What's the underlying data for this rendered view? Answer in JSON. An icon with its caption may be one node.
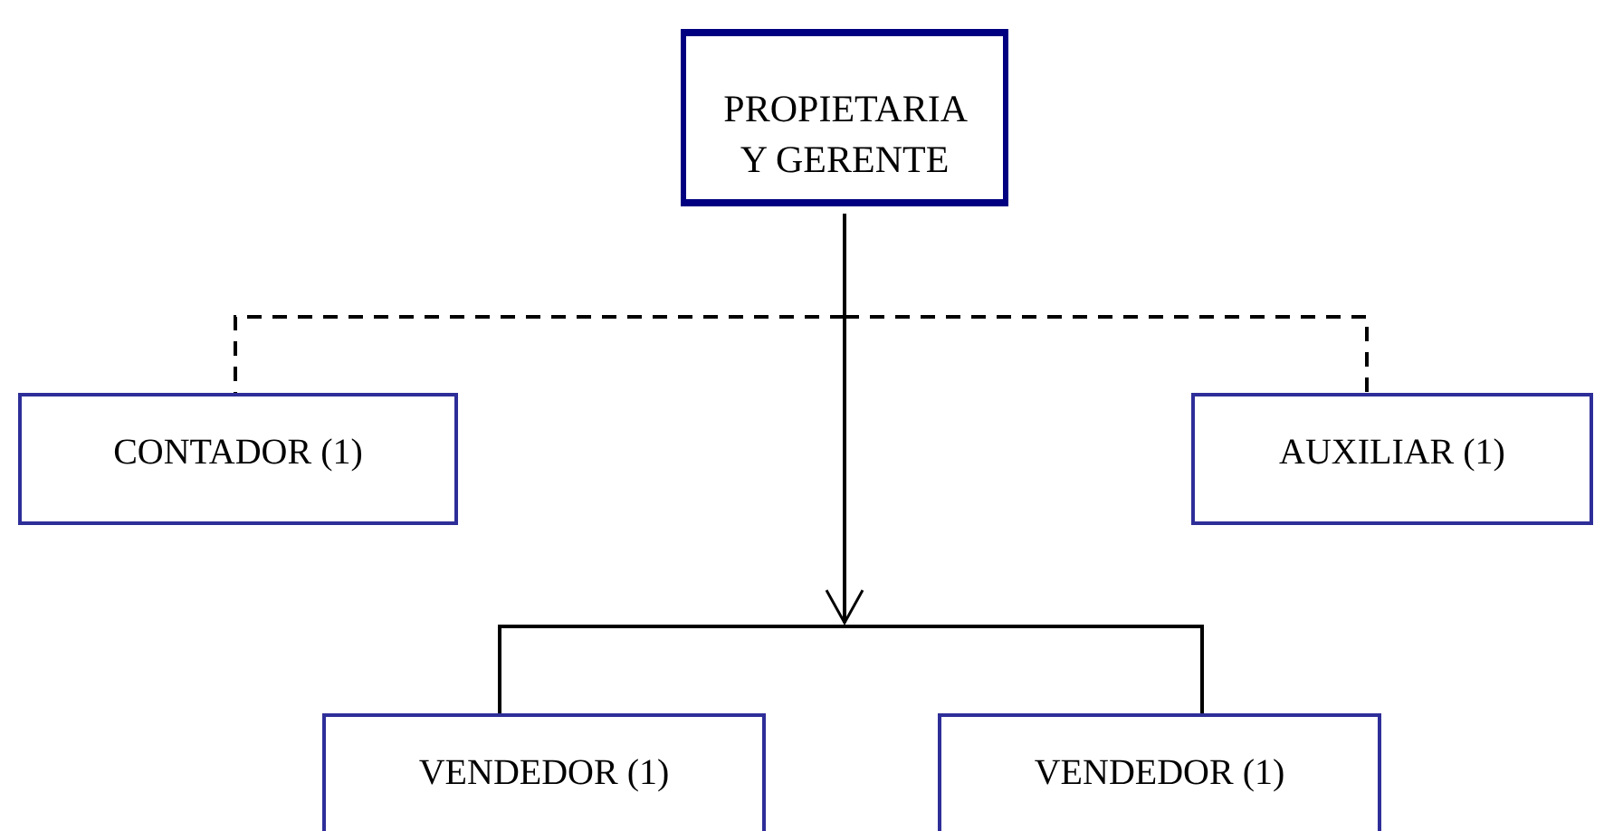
{
  "diagram": {
    "nodes": [
      {
        "text": [
          "PROPIETARIA Y GERENTE"
        ]
      },
      {
        "text": [
          "CONTADOR (1)"
        ]
      },
      {
        "text": [
          "AUXILIAR (1)"
        ]
      },
      {
        "text": [],
        "shape": "bar"
      },
      {
        "text": [
          "VENDEDOR (1)"
        ]
      },
      {
        "text": [
          "VENDEDOR (1)"
        ]
      }
    ],
    "edges": [
      {
        "from": 0,
        "to": 1,
        "arrow": "none",
        "style": "dashed"
      },
      {
        "from": 0,
        "to": 2,
        "arrow": "none",
        "style": "dashed"
      },
      {
        "from": 0,
        "to": 3,
        "arrow": "to"
      },
      {
        "from": 3,
        "to": 4,
        "arrow": "none"
      },
      {
        "from": 3,
        "to": 5,
        "arrow": "none"
      }
    ]
  }
}
